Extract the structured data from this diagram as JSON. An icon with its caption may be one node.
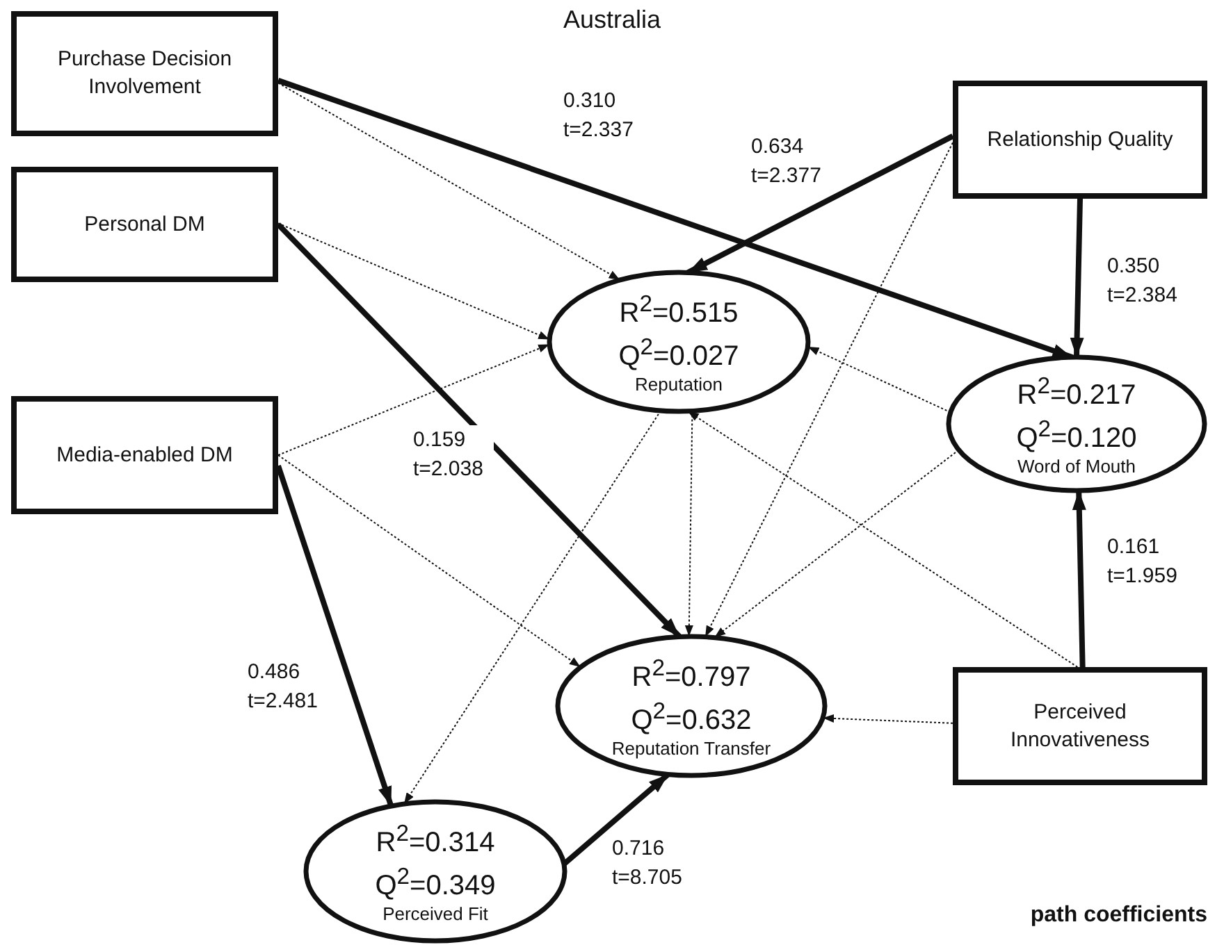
{
  "diagram": {
    "title": "Australia",
    "nodes": [
      {
        "text": [
          "Purchase Decision Involvement"
        ]
      },
      {
        "text": [
          "Personal DM"
        ]
      },
      {
        "text": [
          "Media-enabled DM"
        ]
      },
      {
        "text": [
          "Relationship Quality"
        ]
      },
      {
        "text": [
          "R$^{2}$=0.515",
          "Q$^{2}$=0.027",
          "Reputation"
        ]
      },
      {
        "text": [
          "R$^{2}$=0.217",
          "Q$^{2}$=0.120",
          "Word of Mouth"
        ]
      },
      {
        "text": [
          "R$^{2}$=0.797",
          "Q$^{2}$=0.632",
          "Reputation Transfer"
        ]
      },
      {
        "text": [
          "R$^{2}$=0.314",
          "Q$^{2}$=0.349",
          "Perceived Fit"
        ]
      },
      {
        "text": [
          "Perceived Innovativeness"
        ]
      }
    ],
    "edges": [
      {
        "from": 0,
        "to": 5,
        "arrow": "to",
        "style": "thick",
        "label": "0.310 t=2.337"
      },
      {
        "from": 0,
        "to": 4,
        "arrow": "to",
        "style": "dashed"
      },
      {
        "from": 3,
        "to": 4,
        "arrow": "to",
        "style": "thick",
        "label": "0.634 t=2.377"
      },
      {
        "from": 3,
        "to": 5,
        "arrow": "to",
        "style": "thick",
        "label": "0.350 t=2.384"
      },
      {
        "from": 3,
        "to": 6,
        "arrow": "to",
        "style": "dashed"
      },
      {
        "from": 1,
        "to": 4,
        "arrow": "to",
        "style": "dashed"
      },
      {
        "from": 1,
        "to": 6,
        "arrow": "to",
        "style": "thick",
        "label": "0.159 t=2.038"
      },
      {
        "from": 2,
        "to": 4,
        "arrow": "to",
        "style": "dashed"
      },
      {
        "from": 2,
        "to": 6,
        "arrow": "to",
        "style": "dashed"
      },
      {
        "from": 2,
        "to": 7,
        "arrow": "to",
        "style": "thick",
        "label": "0.486 t=2.481"
      },
      {
        "from": 4,
        "to": 7,
        "arrow": "to",
        "style": "dashed"
      },
      {
        "from": 4,
        "to": 6,
        "arrow": "to",
        "style": "dashed"
      },
      {
        "from": 5,
        "to": 4,
        "arrow": "to",
        "style": "dashed"
      },
      {
        "from": 5,
        "to": 6,
        "arrow": "to",
        "style": "dashed"
      },
      {
        "from": 8,
        "to": 4,
        "arrow": "to",
        "style": "dashed"
      },
      {
        "from": 8,
        "to": 5,
        "arrow": "to",
        "style": "thick",
        "label": "0.161 t=1.959"
      },
      {
        "from": 8,
        "to": 6,
        "arrow": "to",
        "style": "dashed"
      },
      {
        "from": 7,
        "to": 6,
        "arrow": "to",
        "style": "thick",
        "label": "0.716 t=8.705"
      }
    ],
    "labels": [
      "path coefficients"
    ]
  }
}
